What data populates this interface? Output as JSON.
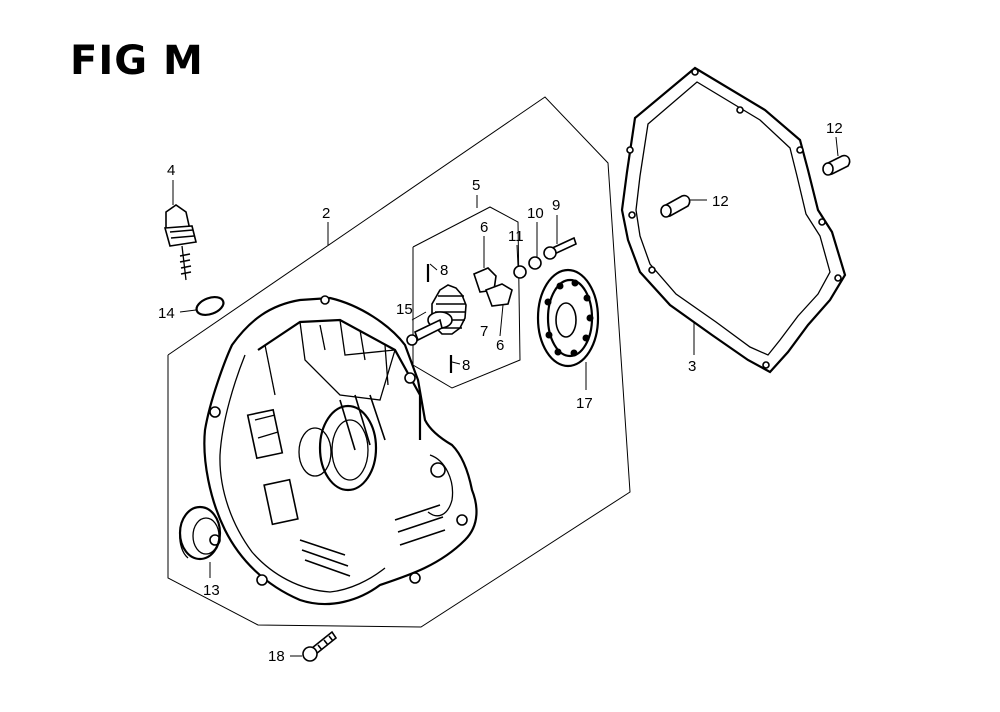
{
  "figure": {
    "title": "FIG M"
  },
  "callouts": {
    "c2": "2",
    "c3": "3",
    "c4": "4",
    "c5": "5",
    "c6a": "6",
    "c6b": "6",
    "c7": "7",
    "c8a": "8",
    "c8b": "8",
    "c9": "9",
    "c10": "10",
    "c11": "11",
    "c12a": "12",
    "c12b": "12",
    "c13": "13",
    "c14": "14",
    "c15": "15",
    "c17": "17",
    "c18": "18"
  },
  "colors": {
    "ink": "#000000",
    "paper": "#ffffff"
  }
}
